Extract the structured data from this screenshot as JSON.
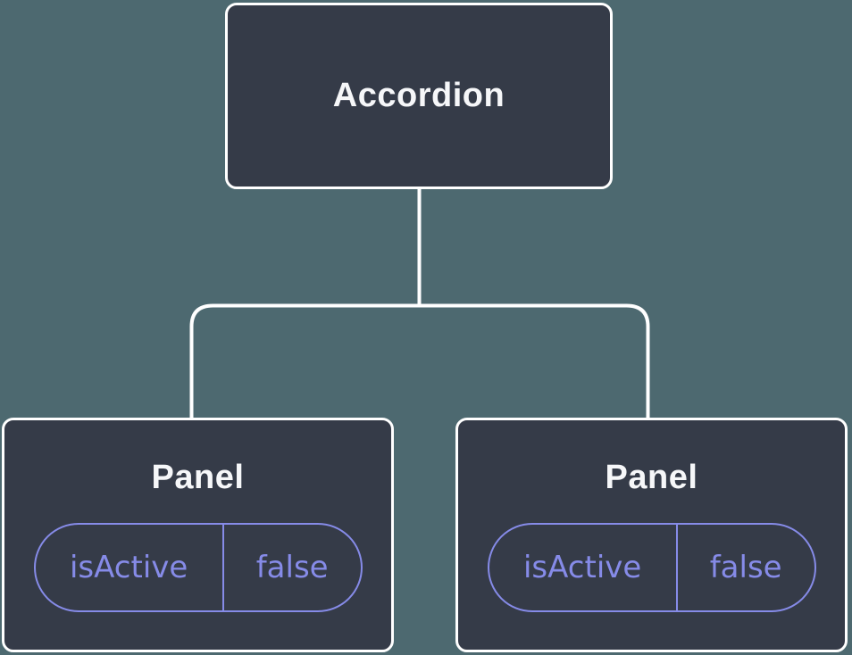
{
  "diagram": {
    "type": "component-tree",
    "colors": {
      "background": "#4d6970",
      "node_fill": "#353b48",
      "node_border": "#ffffff",
      "connector": "#ffffff",
      "state_accent": "#868be8",
      "label_text": "#f6f7f9"
    },
    "root": {
      "label": "Accordion"
    },
    "children": [
      {
        "label": "Panel",
        "state": {
          "key": "isActive",
          "value": "false"
        }
      },
      {
        "label": "Panel",
        "state": {
          "key": "isActive",
          "value": "false"
        }
      }
    ]
  }
}
